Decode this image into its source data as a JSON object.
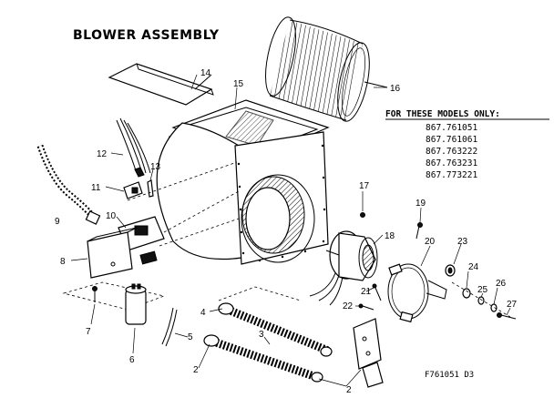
{
  "title": "BLOWER ASSEMBLY",
  "models_heading": "FOR THESE MODELS ONLY:",
  "models": [
    "867.761051",
    "867.761061",
    "867.763222",
    "867.763231",
    "867.773221"
  ],
  "callouts": [
    "14",
    "15",
    "16",
    "12",
    "13",
    "11",
    "17",
    "9",
    "10",
    "18",
    "19",
    "20",
    "23",
    "8",
    "24",
    "25",
    "26",
    "27",
    "21",
    "22",
    "7",
    "4",
    "6",
    "5",
    "3",
    "2",
    "2"
  ],
  "drawing_code": "F761051  D3"
}
